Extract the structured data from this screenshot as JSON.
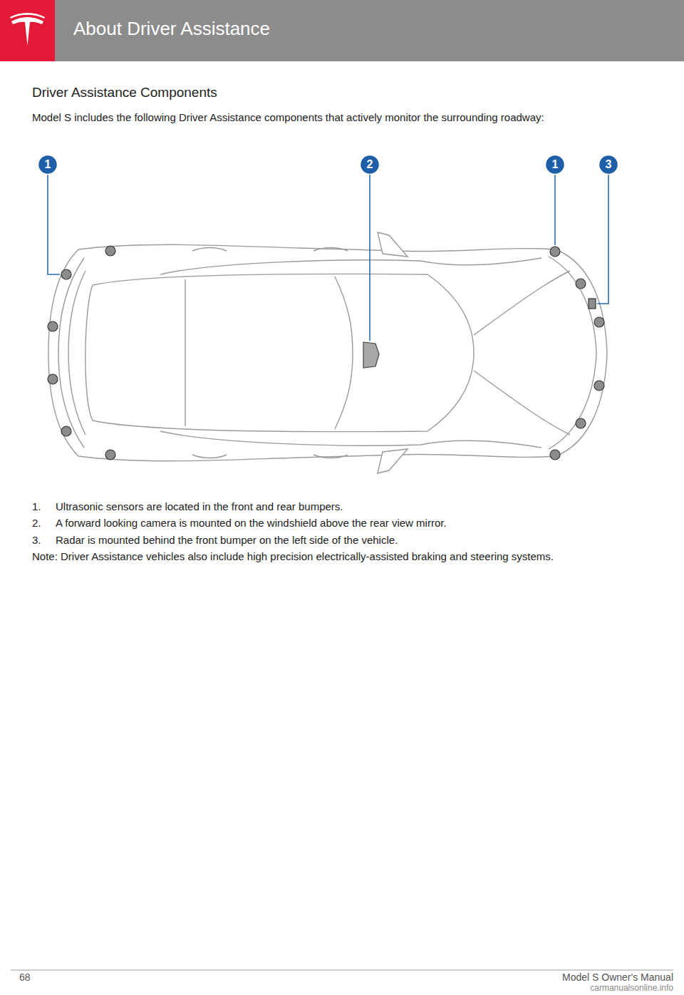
{
  "diagram": {
    "title": "About Driver Assistance",
    "labels": [
      "Driver Assistance Components",
      "Model S includes the following Driver Assistance components that actively monitor the surrounding roadway:",
      "1",
      "2",
      "1",
      "3",
      "1.",
      "Ultrasonic sensors are located in the front and rear bumpers.",
      "2.",
      "A forward looking camera is mounted on the windshield above the rear view mirror.",
      "3.",
      "Radar is mounted behind the front bumper on the left side of the vehicle.",
      "Note: Driver Assistance vehicles also include high precision electrically-assisted braking and steering systems.",
      "68",
      "Model S Owner's Manual",
      "carmanualsonline.info"
    ]
  }
}
